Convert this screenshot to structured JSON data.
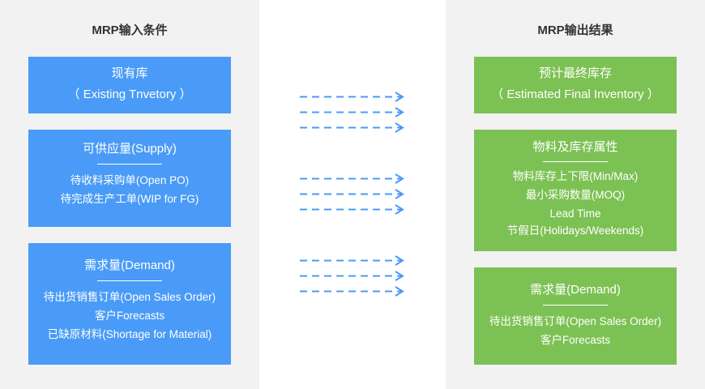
{
  "left_panel": {
    "title": "MRP输入条件",
    "boxes": [
      {
        "title": "现有库",
        "subtitle": "（ Existing Tnvetory ）"
      },
      {
        "title": "可供应量(Supply)",
        "items": [
          "待收料采购单(Open PO)",
          "待完成生产工单(WIP for FG)"
        ]
      },
      {
        "title": "需求量(Demand)",
        "items": [
          "待出货销售订单(Open Sales Order)",
          "客户Forecasts",
          "已缺原材料(Shortage for Material)"
        ]
      }
    ]
  },
  "right_panel": {
    "title": "MRP输出结果",
    "boxes": [
      {
        "title": "预计最终库存",
        "subtitle": "（ Estimated Final Inventory ）"
      },
      {
        "title": "物料及库存属性",
        "items": [
          "物料库存上下限(Min/Max)",
          "最小采购数量(MOQ)",
          "Lead Time",
          "节假日(Holidays/Weekends)"
        ]
      },
      {
        "title": "需求量(Demand)",
        "items": [
          "待出货销售订单(Open Sales Order)",
          "客户Forecasts"
        ]
      }
    ]
  },
  "colors": {
    "input_box": "#4a9bf7",
    "output_box": "#7cc154",
    "arrow": "#4a9bf7",
    "panel_bg": "#f2f2f2"
  }
}
